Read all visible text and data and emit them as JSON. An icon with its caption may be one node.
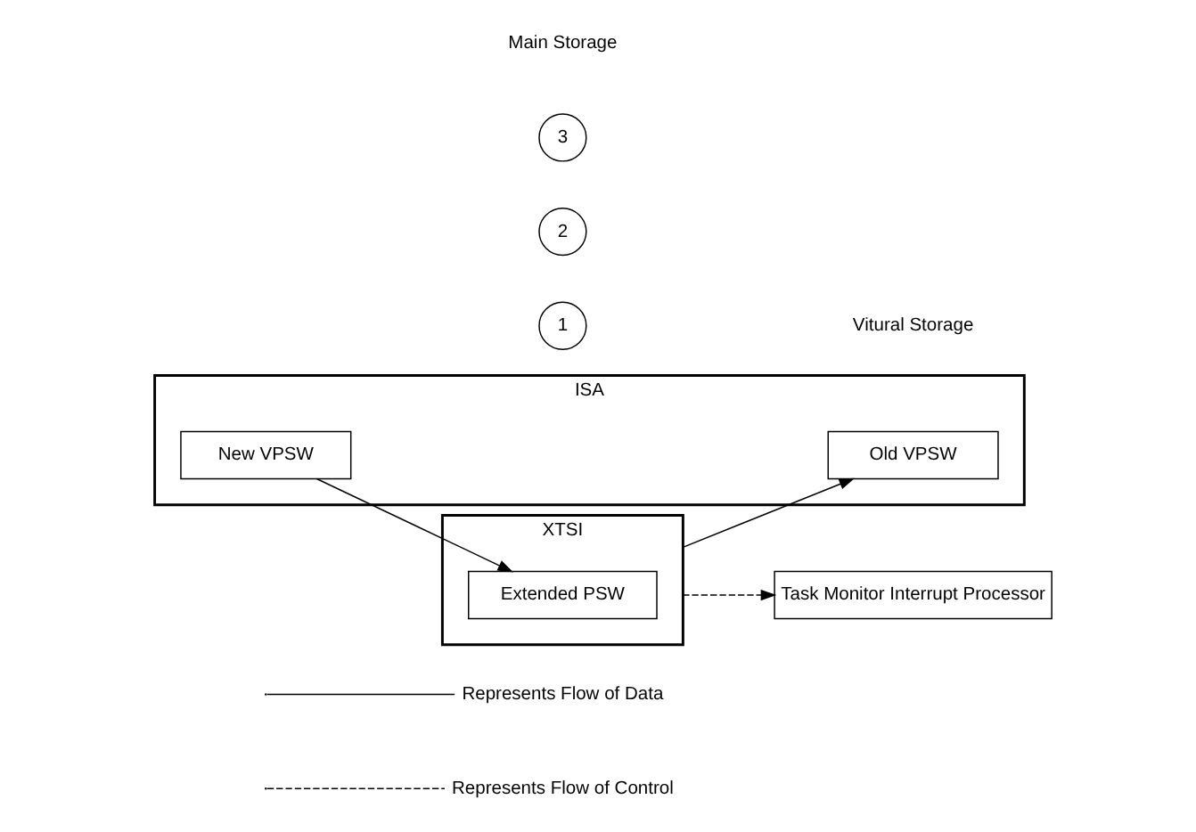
{
  "diagram": {
    "nodes": [
      {
        "text": [
          "XTSI"
        ]
      },
      {
        "text": [
          "Extended PSW"
        ],
        "in": 0
      },
      {
        "text": [
          "ISA"
        ]
      },
      {
        "text": [
          "Old VPSW"
        ],
        "in": 2
      },
      {
        "text": [
          "New VPSW"
        ],
        "in": 2
      },
      {
        "text": [
          "Task Monitor Interrupt Processor"
        ]
      },
      {
        "text": [
          "1"
        ]
      },
      {
        "text": [
          "2"
        ]
      },
      {
        "text": [
          "3"
        ]
      }
    ],
    "edges": [
      {
        "from": 0,
        "to": 3,
        "arrow": "to"
      },
      {
        "from": 4,
        "to": 1,
        "arrow": "to"
      },
      {
        "from": 0,
        "to": 5,
        "arrow": "to",
        "style": "dashed"
      }
    ],
    "labels": [
      "Main Storage",
      "Vitural Storage"
    ],
    "legend": [
      {
        "text": "Represents Flow of Data"
      },
      {
        "text": "Represents Flow of Control"
      }
    ]
  }
}
